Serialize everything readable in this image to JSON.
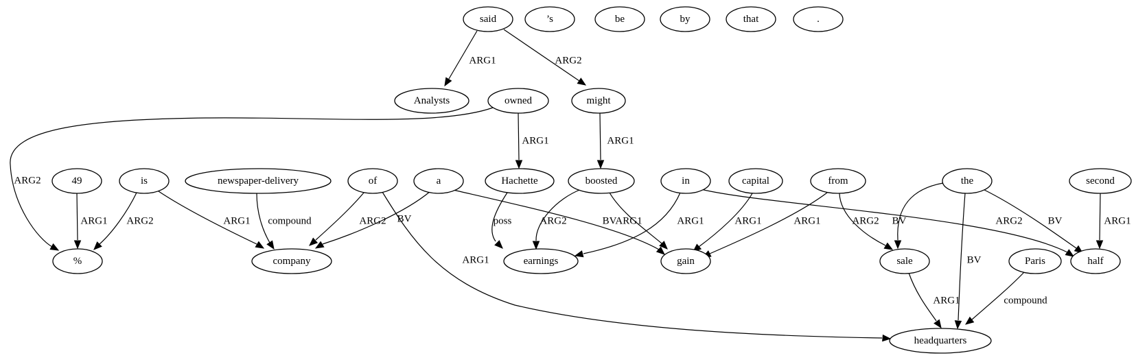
{
  "nodes": [
    {
      "id": "said",
      "label": "said"
    },
    {
      "id": "s",
      "label": "’s"
    },
    {
      "id": "be",
      "label": "be"
    },
    {
      "id": "by",
      "label": "by"
    },
    {
      "id": "that",
      "label": "that"
    },
    {
      "id": "dot",
      "label": "."
    },
    {
      "id": "analysts",
      "label": "Analysts"
    },
    {
      "id": "owned",
      "label": "owned"
    },
    {
      "id": "might",
      "label": "might"
    },
    {
      "id": "n49",
      "label": "49"
    },
    {
      "id": "is",
      "label": "is"
    },
    {
      "id": "newspaper",
      "label": "newspaper-delivery"
    },
    {
      "id": "of",
      "label": "of"
    },
    {
      "id": "a",
      "label": "a"
    },
    {
      "id": "hachette",
      "label": "Hachette"
    },
    {
      "id": "boosted",
      "label": "boosted"
    },
    {
      "id": "in",
      "label": "in"
    },
    {
      "id": "capital",
      "label": "capital"
    },
    {
      "id": "from",
      "label": "from"
    },
    {
      "id": "the",
      "label": "the"
    },
    {
      "id": "second",
      "label": "second"
    },
    {
      "id": "pct",
      "label": "%"
    },
    {
      "id": "company",
      "label": "company"
    },
    {
      "id": "earnings",
      "label": "earnings"
    },
    {
      "id": "gain",
      "label": "gain"
    },
    {
      "id": "sale",
      "label": "sale"
    },
    {
      "id": "paris",
      "label": "Paris"
    },
    {
      "id": "half",
      "label": "half"
    },
    {
      "id": "hq",
      "label": "headquarters"
    }
  ],
  "edges": [
    {
      "id": "said-analysts",
      "from": "said",
      "to": "analysts",
      "label": "ARG1"
    },
    {
      "id": "said-might",
      "from": "said",
      "to": "might",
      "label": "ARG2"
    },
    {
      "id": "owned-pct",
      "from": "owned",
      "to": "pct",
      "label": "ARG2"
    },
    {
      "id": "owned-hachette",
      "from": "owned",
      "to": "hachette",
      "label": "ARG1"
    },
    {
      "id": "might-boosted",
      "from": "might",
      "to": "boosted",
      "label": "ARG1"
    },
    {
      "id": "n49-pct",
      "from": "n49",
      "to": "pct",
      "label": "ARG1"
    },
    {
      "id": "is-pct",
      "from": "is",
      "to": "pct",
      "label": "ARG2"
    },
    {
      "id": "is-company",
      "from": "is",
      "to": "company",
      "label": "ARG1"
    },
    {
      "id": "newspaper-company",
      "from": "newspaper",
      "to": "company",
      "label": "compound"
    },
    {
      "id": "of-company",
      "from": "of",
      "to": "company",
      "label": "ARG2"
    },
    {
      "id": "of-hq",
      "from": "of",
      "to": "hq",
      "label": "ARG1"
    },
    {
      "id": "a-company",
      "from": "a",
      "to": "company",
      "label": "BV"
    },
    {
      "id": "a-gain",
      "from": "a",
      "to": "gain",
      "label": "BV"
    },
    {
      "id": "hachette-earnings",
      "from": "hachette",
      "to": "earnings",
      "label": "poss"
    },
    {
      "id": "boosted-earnings",
      "from": "boosted",
      "to": "earnings",
      "label": "ARG2"
    },
    {
      "id": "boosted-gain",
      "from": "boosted",
      "to": "gain",
      "label": "ARG1"
    },
    {
      "id": "in-earnings",
      "from": "in",
      "to": "earnings",
      "label": "ARG1"
    },
    {
      "id": "in-half",
      "from": "in",
      "to": "half",
      "label": "ARG2"
    },
    {
      "id": "capital-gain",
      "from": "capital",
      "to": "gain",
      "label": "ARG1"
    },
    {
      "id": "from-gain",
      "from": "from",
      "to": "gain",
      "label": "ARG1"
    },
    {
      "id": "from-sale",
      "from": "from",
      "to": "sale",
      "label": "ARG2"
    },
    {
      "id": "the-sale",
      "from": "the",
      "to": "sale",
      "label": "BV"
    },
    {
      "id": "the-hq",
      "from": "the",
      "to": "hq",
      "label": "BV"
    },
    {
      "id": "the-half",
      "from": "the",
      "to": "half",
      "label": "BV"
    },
    {
      "id": "second-half",
      "from": "second",
      "to": "half",
      "label": "ARG1"
    },
    {
      "id": "sale-hq",
      "from": "sale",
      "to": "hq",
      "label": "ARG1"
    },
    {
      "id": "paris-hq",
      "from": "paris",
      "to": "hq",
      "label": "compound"
    }
  ]
}
